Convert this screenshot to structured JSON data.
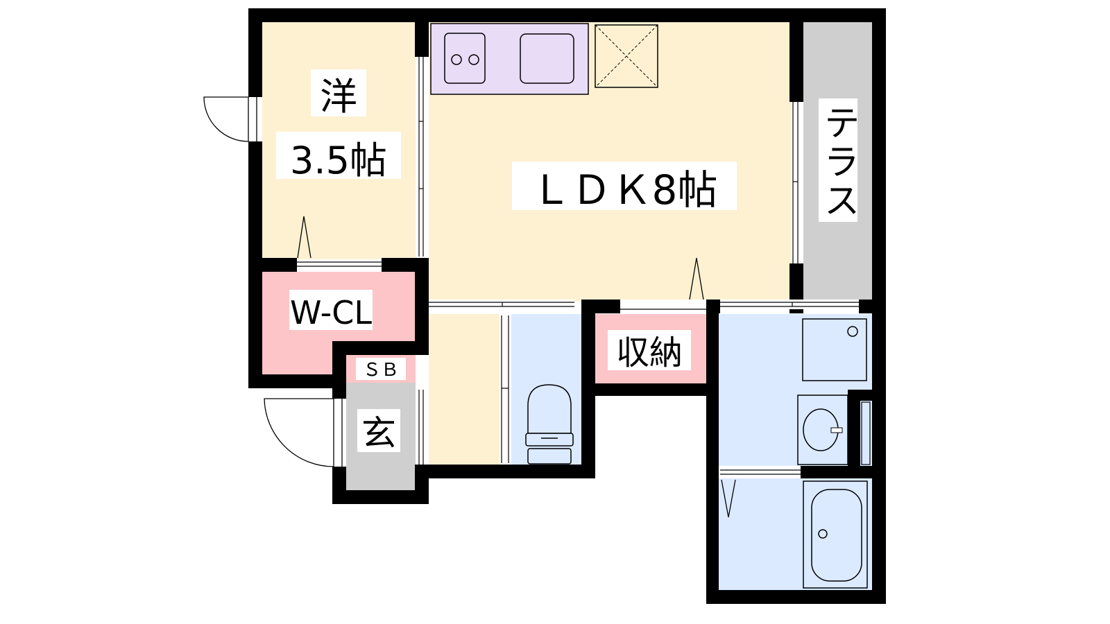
{
  "floorplan": {
    "rooms": {
      "western_room": {
        "name": "洋",
        "size": "3.5帖"
      },
      "ldk": {
        "label": "ＬＤＫ8帖"
      },
      "terrace": {
        "label": "テラス"
      },
      "walk_in_closet": {
        "label": "W-CL"
      },
      "shoe_box": {
        "label": "ＳＢ"
      },
      "entrance": {
        "label": "玄"
      },
      "storage": {
        "label": "収納"
      }
    },
    "colors": {
      "living_floor": "#fdf1d1",
      "closet": "#fdc5c8",
      "terrace": "#cfcfcf",
      "wet_area": "#dbeaff",
      "kitchen_counter": "#e9dcf7",
      "wall": "#000000"
    }
  }
}
